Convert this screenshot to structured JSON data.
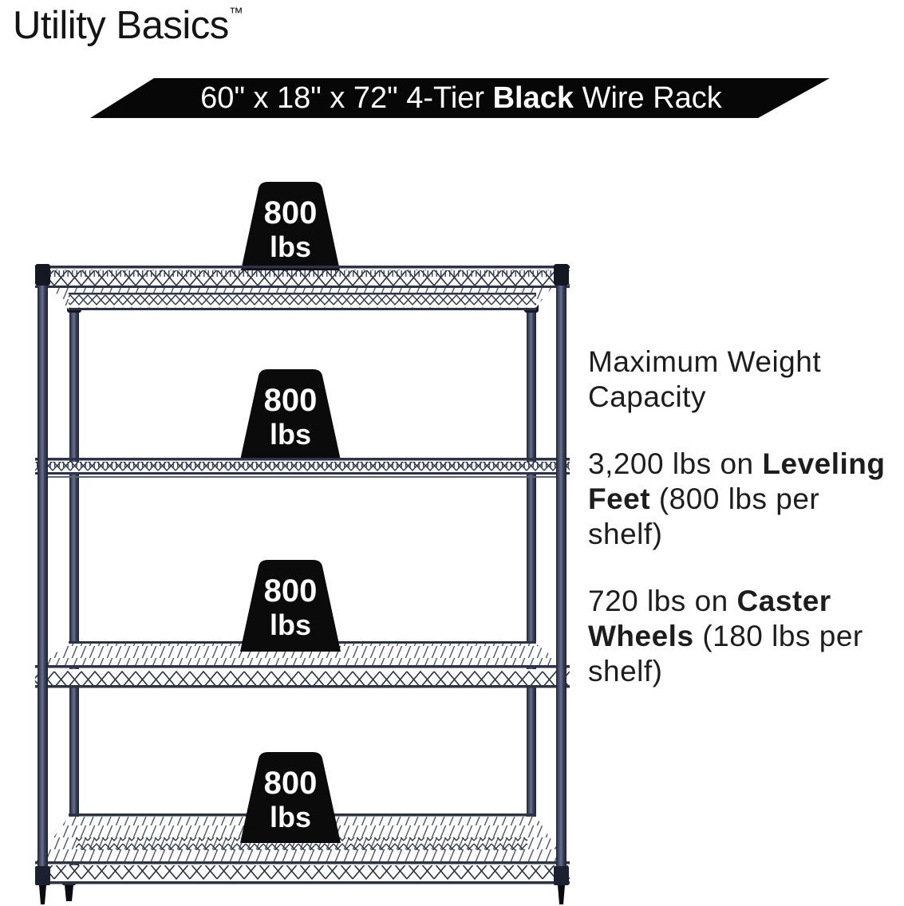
{
  "brand": {
    "name": "Utility Basics",
    "tm": "™"
  },
  "banner": {
    "prefix": "60\" x 18\" x 72\" 4-Tier ",
    "bold": "Black",
    "suffix": " Wire Rack"
  },
  "product": {
    "type": "4-Tier Black Wire Rack",
    "dimensions": "60\" x 18\" x 72\"",
    "tiers": 4
  },
  "badges": [
    {
      "value": "800",
      "unit": "lbs"
    },
    {
      "value": "800",
      "unit": "lbs"
    },
    {
      "value": "800",
      "unit": "lbs"
    },
    {
      "value": "800",
      "unit": "lbs"
    }
  ],
  "info": {
    "heading": "Maximum Weight Capacity",
    "leveling": {
      "prefix": "3,200 lbs on ",
      "bold": "Leveling Feet",
      "suffix": " (800 lbs per shelf)"
    },
    "casters": {
      "prefix": "720 lbs on ",
      "bold": "Caster Wheels",
      "suffix": " (180 lbs per shelf)"
    }
  },
  "colors": {
    "rack_navy": "#2d3347",
    "rack_highlight": "#67708c",
    "badge_black": "#0b0b0b",
    "banner_black": "#070707",
    "text_dark": "#1d1d1d"
  }
}
